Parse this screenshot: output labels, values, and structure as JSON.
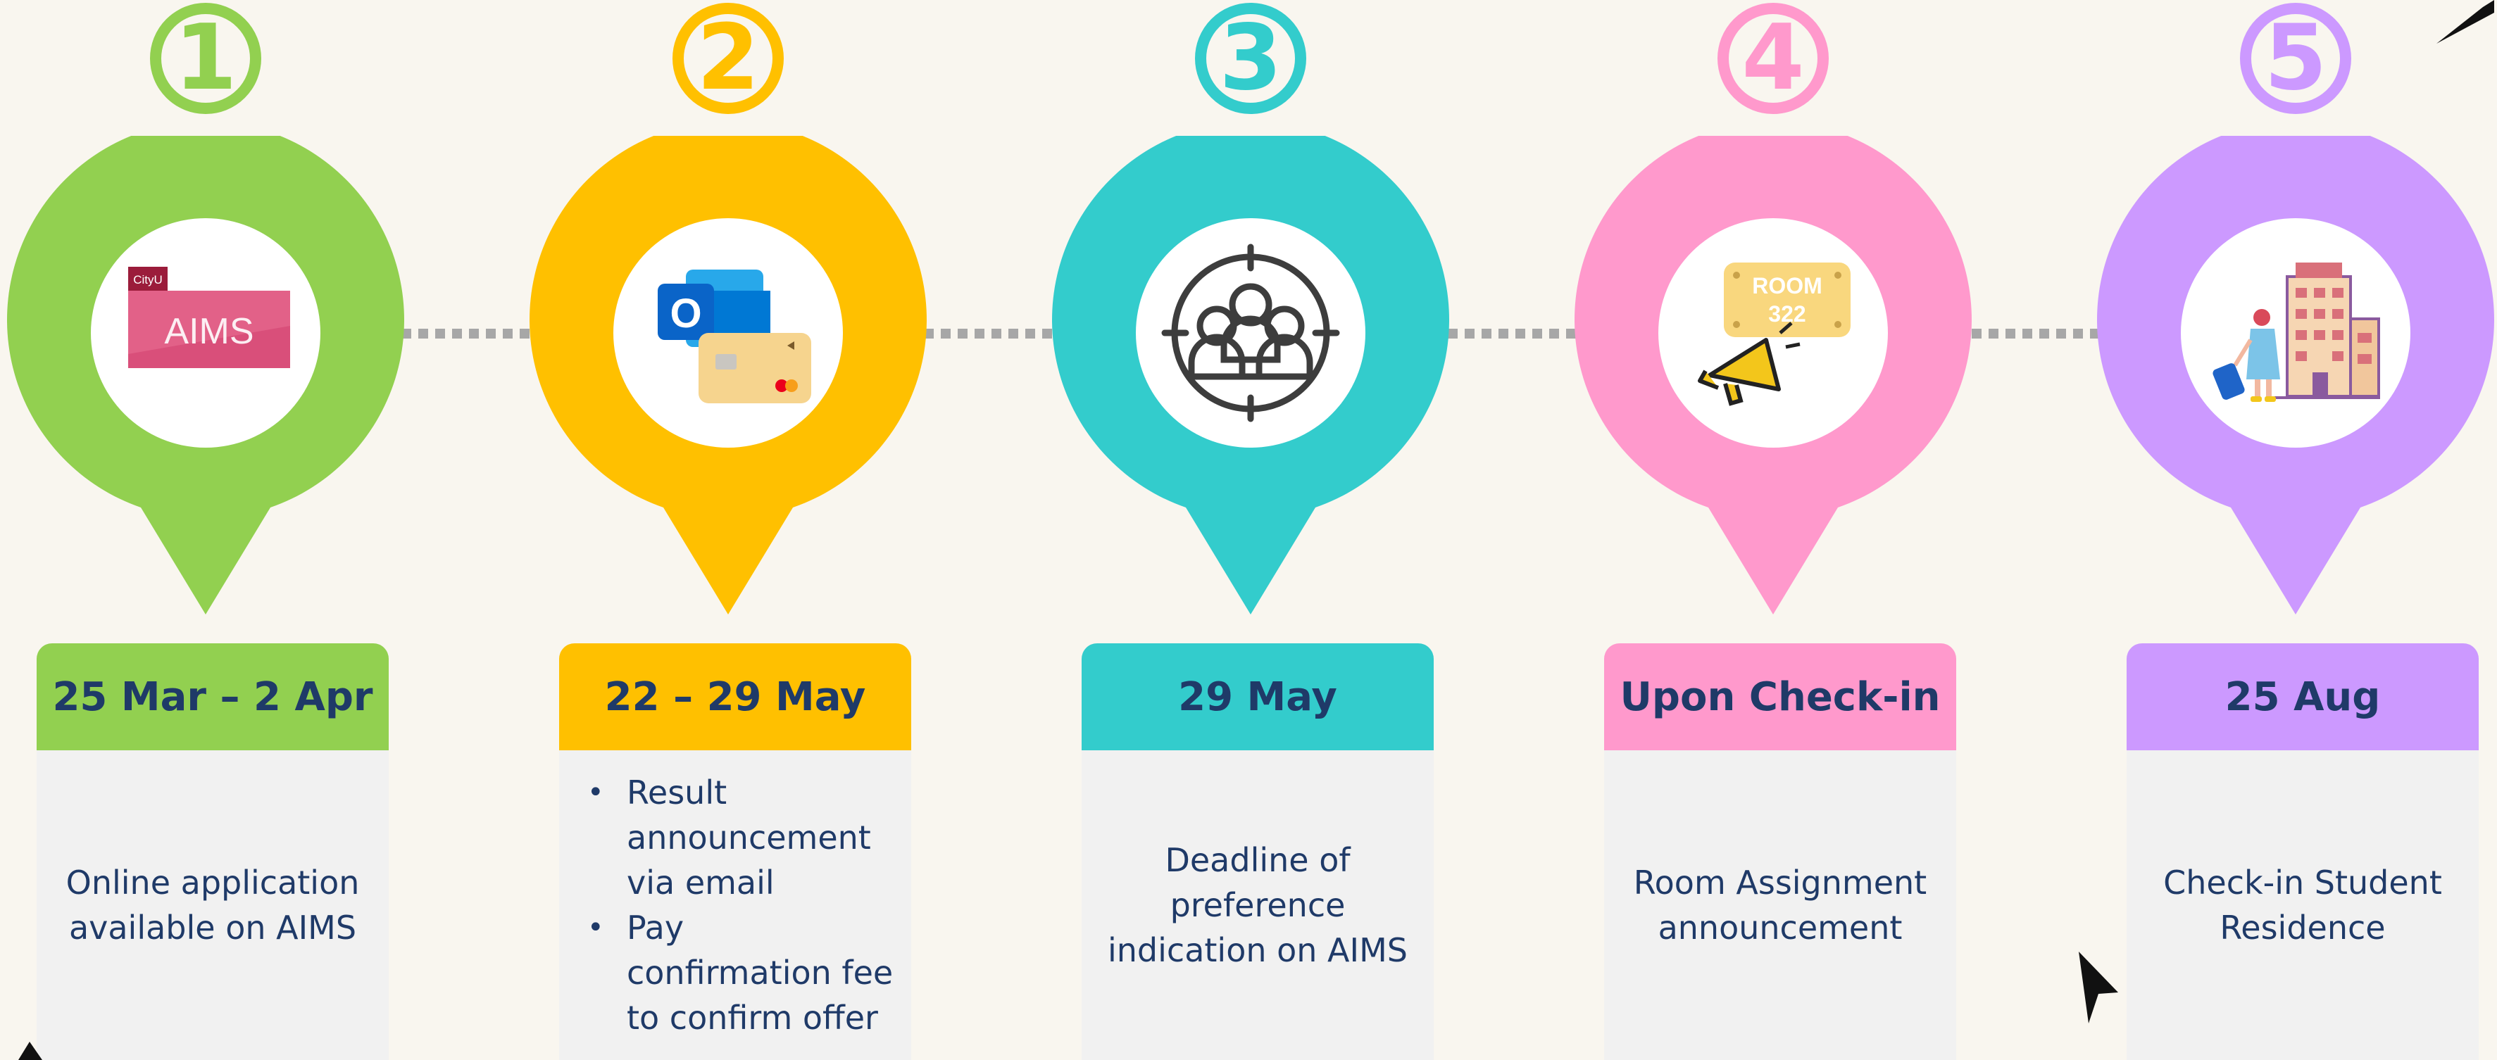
{
  "colors": {
    "background": "#f9f6ef",
    "green": "#92d050",
    "yellow": "#ffc000",
    "teal": "#33cccc",
    "pink": "#ff99cc",
    "purple": "#cc99ff",
    "text_dark_blue": "#1f3a68",
    "box_grey": "#f1f1f1"
  },
  "steps": [
    {
      "number": "1",
      "color": "#92d050",
      "icon": "aims-logo-icon",
      "icon_text": {
        "brand": "CityU",
        "name": "AIMS"
      },
      "date": "25 Mar – 2 Apr",
      "description": "Online application available on AIMS"
    },
    {
      "number": "2",
      "color": "#ffc000",
      "icon": "outlook-and-credit-card-icon",
      "icon_text": {
        "letter": "O"
      },
      "date": "22 – 29 May",
      "bullets": [
        "Result announcement via email",
        "Pay confirmation fee to confirm offer"
      ]
    },
    {
      "number": "3",
      "color": "#33cccc",
      "icon": "target-people-icon",
      "date": "29 May",
      "description": "Deadline of preference indication on AIMS"
    },
    {
      "number": "4",
      "color": "#ff99cc",
      "icon": "room-sign-megaphone-icon",
      "icon_text": {
        "line1": "ROOM",
        "line2": "322"
      },
      "date": "Upon Check-in",
      "description": "Room Assignment announcement"
    },
    {
      "number": "5",
      "color": "#cc99ff",
      "icon": "traveler-hotel-icon",
      "date": "25 Aug",
      "description": "Check-in Student Residence"
    }
  ]
}
